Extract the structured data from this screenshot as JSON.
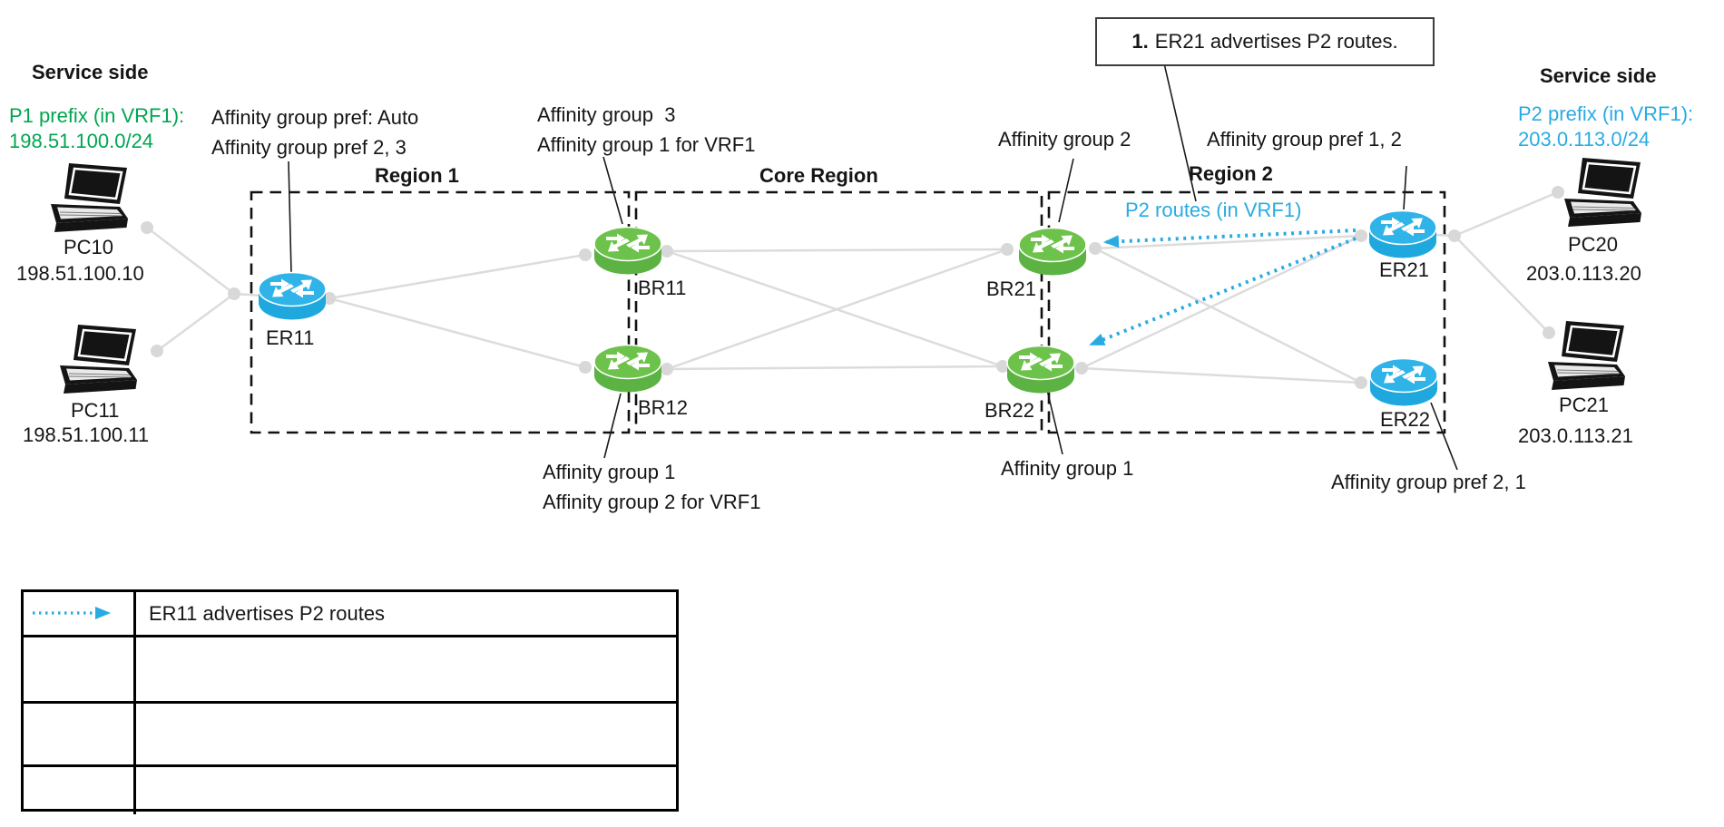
{
  "colors": {
    "green_text": "#00A651",
    "cyan_accent": "#29ABE2",
    "router_green": "#6CC24A",
    "router_cyan": "#2FB3E8",
    "link_grey": "#DCDCDC"
  },
  "left_service": {
    "heading": "Service side",
    "prefix_label": "P1 prefix (in VRF1):",
    "prefix_value": "198.51.100.0/24"
  },
  "right_service": {
    "heading": "Service side",
    "prefix_label": "P2 prefix (in VRF1):",
    "prefix_value": "203.0.113.0/24"
  },
  "hosts": {
    "pc10": {
      "name": "PC10",
      "ip": "198.51.100.10"
    },
    "pc11": {
      "name": "PC11",
      "ip": "198.51.100.11"
    },
    "pc20": {
      "name": "PC20",
      "ip": "203.0.113.20"
    },
    "pc21": {
      "name": "PC21",
      "ip": "203.0.113.21"
    }
  },
  "regions": {
    "region1": "Region 1",
    "core": "Core Region",
    "region2": "Region 2"
  },
  "routers": {
    "er11": "ER11",
    "br11": "BR11",
    "br12": "BR12",
    "br21": "BR21",
    "br22": "BR22",
    "er21": "ER21",
    "er22": "ER22"
  },
  "annotations": {
    "er11_line1": "Affinity group pref: Auto",
    "er11_line2": "Affinity group pref 2, 3",
    "br11_line1": "Affinity group  3",
    "br11_line2": "Affinity group 1 for VRF1",
    "br12_line1": "Affinity group 1",
    "br12_line2": "Affinity group 2 for VRF1",
    "br21_top": "Affinity group 2",
    "br22_bottom": "Affinity group 1",
    "er21_top": "Affinity group pref 1, 2",
    "er22_bottom": "Affinity group pref 2, 1",
    "p2_routes": "P2 routes (in VRF1)"
  },
  "callout": {
    "number": "1.",
    "text": "ER21 advertises P2 routes."
  },
  "legend": {
    "rows": [
      {
        "text": "ER11 advertises P2 routes"
      },
      {
        "text": ""
      },
      {
        "text": ""
      },
      {
        "text": ""
      }
    ]
  }
}
